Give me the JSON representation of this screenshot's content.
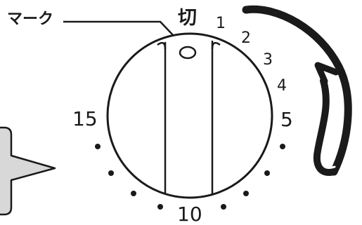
{
  "labels": {
    "mark": "マーク",
    "off": "切"
  },
  "scale": {
    "n1": "1",
    "n2": "2",
    "n3": "3",
    "n4": "4",
    "n5": "5",
    "n10": "10",
    "n15": "15"
  },
  "colors": {
    "ink": "#1a1a1a",
    "bubble_fill": "#d8d8d8",
    "background": "#ffffff"
  },
  "icons": {
    "rotation": "clockwise-arrow-icon",
    "speech": "speech-bubble"
  }
}
